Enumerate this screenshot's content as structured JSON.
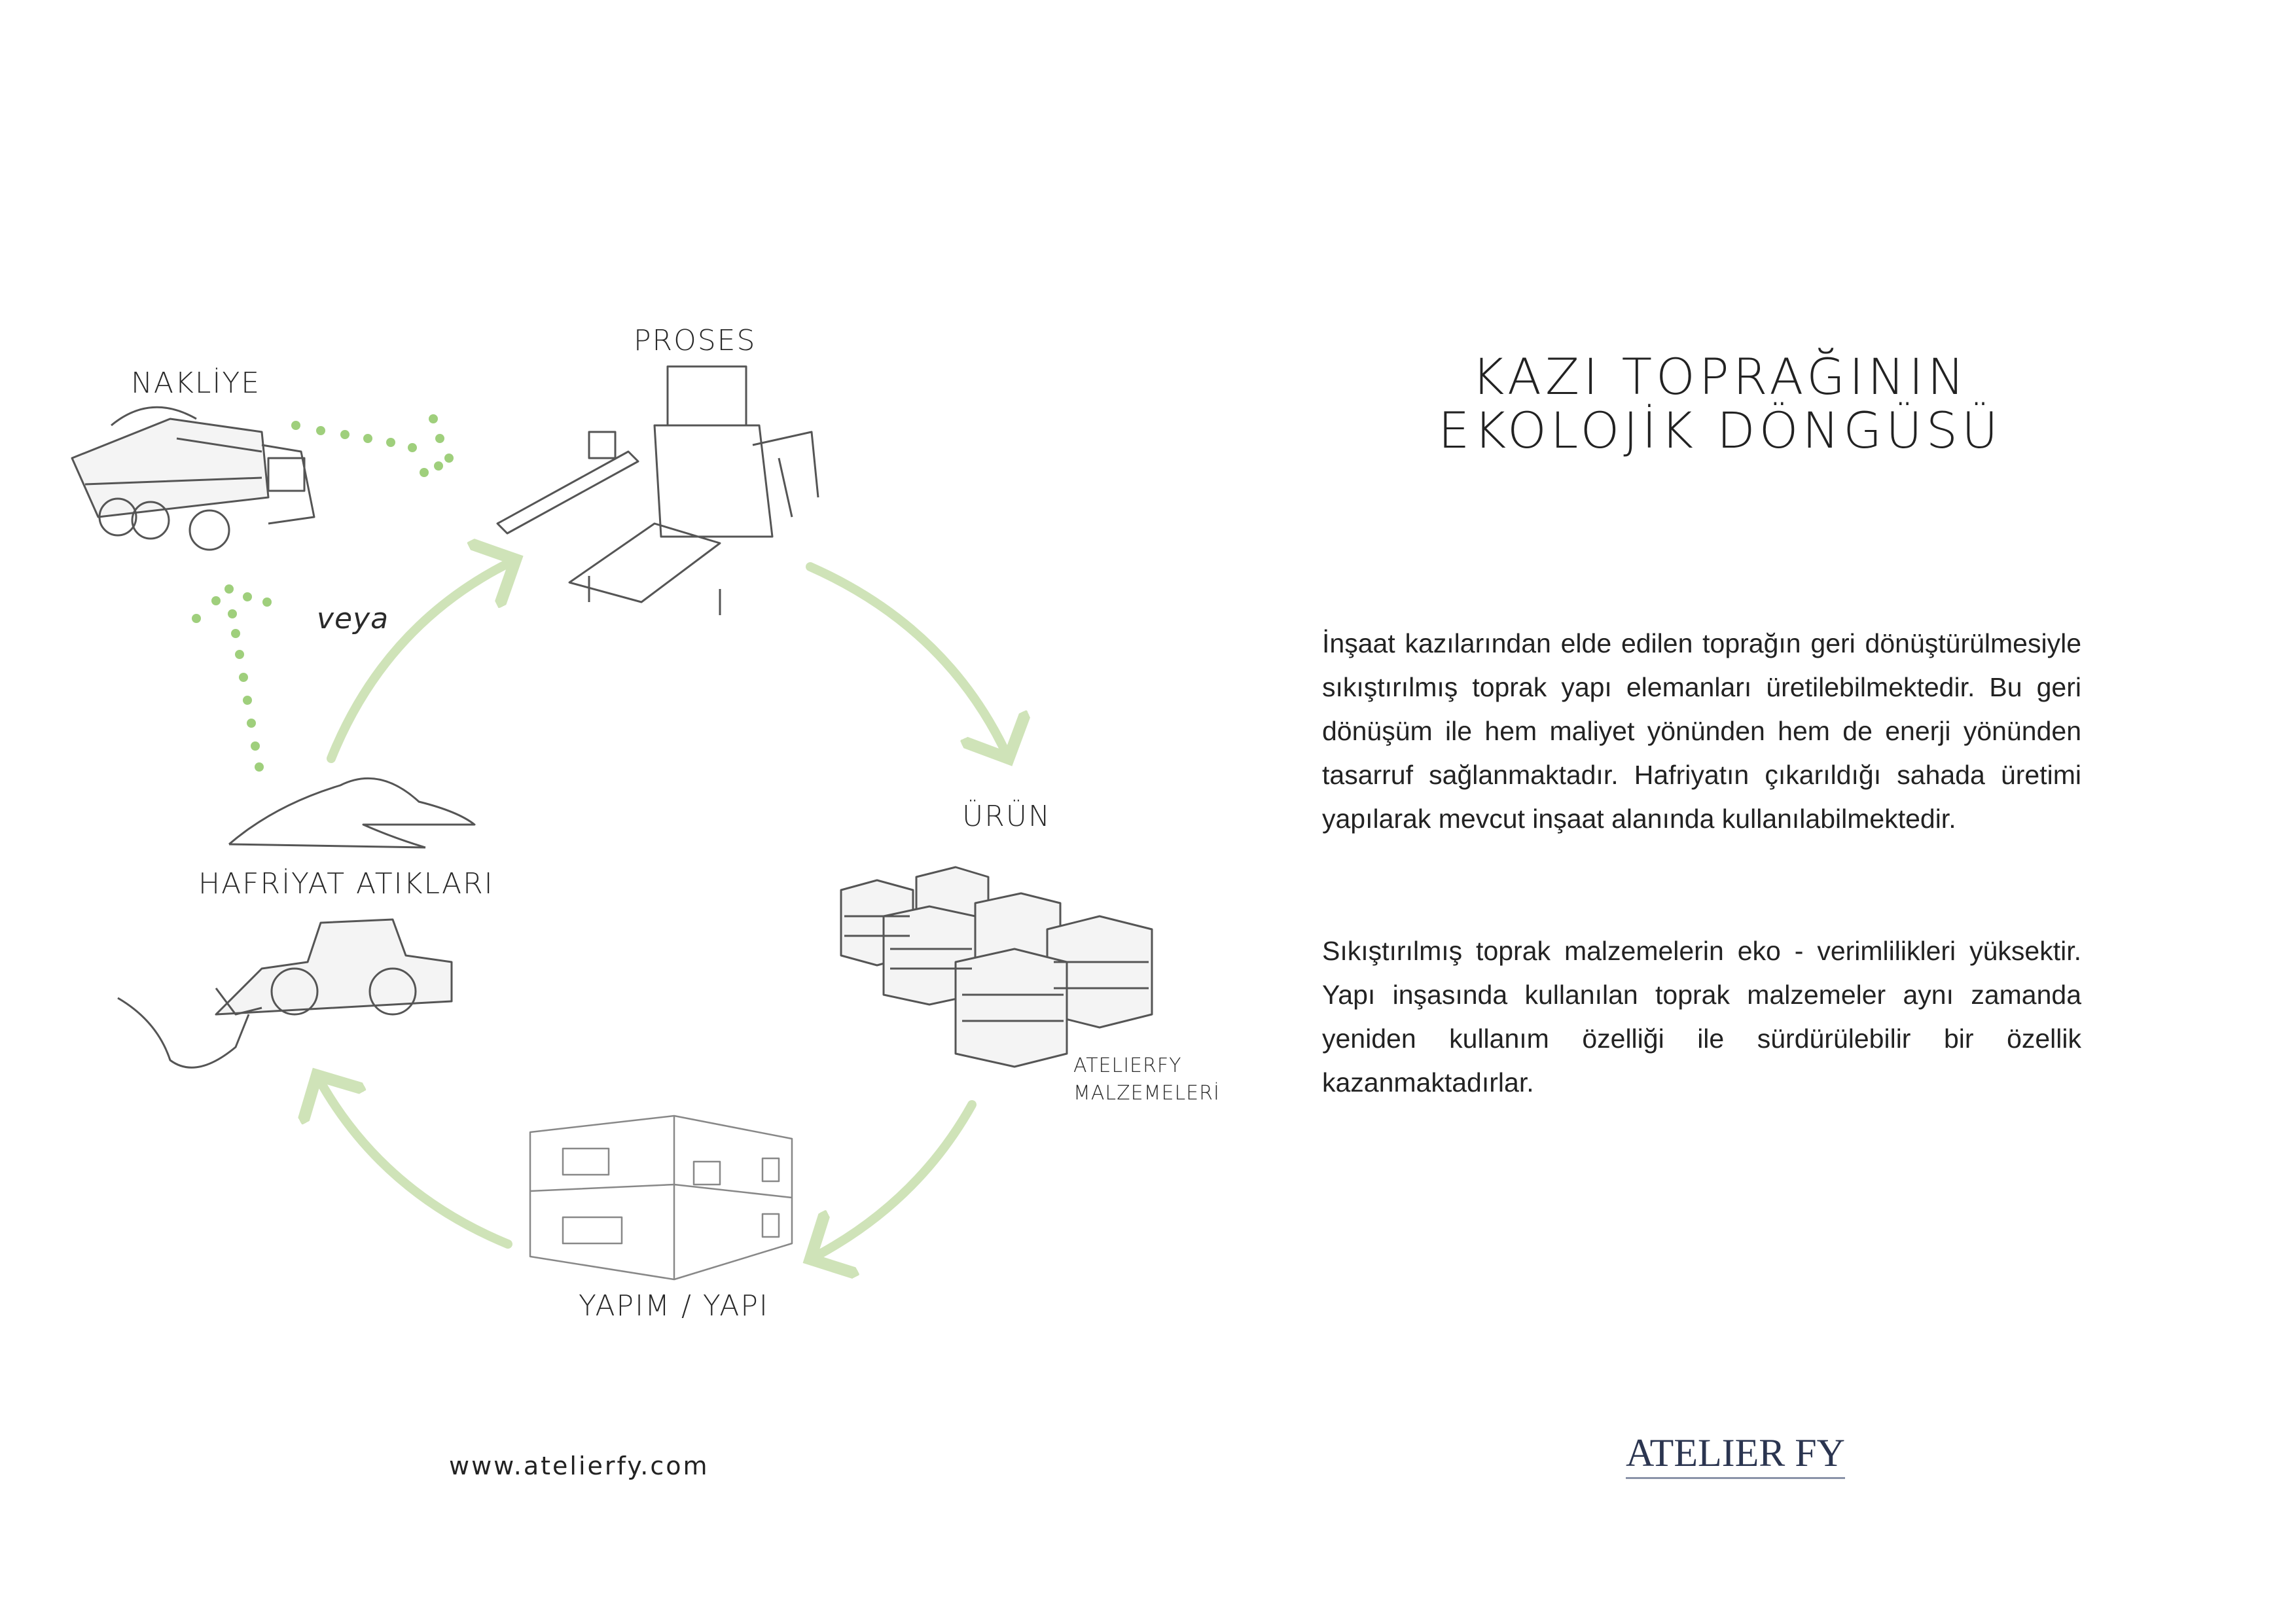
{
  "diagram": {
    "labels": {
      "nakliye": "NAKLİYE",
      "proses": "PROSES",
      "urun": "ÜRÜN",
      "hafriyat": "HAFRİYAT ATIKLARI",
      "yapim": "YAPIM / YAPI",
      "veya": "veya",
      "malzeme_line1": "ATELIERFY",
      "malzeme_line2": "MALZEMELERİ"
    },
    "accent_color": "#cfe3b8",
    "dot_color": "#9fcf7c"
  },
  "title": {
    "line1": "KAZI TOPRAĞININ",
    "line2": "EKOLOJİK DÖNGÜSÜ"
  },
  "paragraphs": [
    "İnşaat kazılarından elde edilen toprağın geri dönüştürülmesiyle sıkıştırılmış toprak yapı elemanları üretilebilmektedir. Bu geri dönüşüm ile hem maliyet yönünden hem de enerji yönünden tasarruf sağlanmaktadır. Hafriyatın çıkarıldığı sahada üretimi yapılarak mevcut inşaat alanında kullanılabilmektedir.",
    "Sıkıştırılmış toprak malzemelerin eko - verimlilikleri yüksektir. Yapı inşasında kullanılan toprak malzemeler aynı zamanda yeniden kullanım özelliği ile sürdürülebilir bir özellik kazanmaktadırlar."
  ],
  "footer": {
    "website": "www.atelierfy.com",
    "brand": "ATELIER FY"
  }
}
